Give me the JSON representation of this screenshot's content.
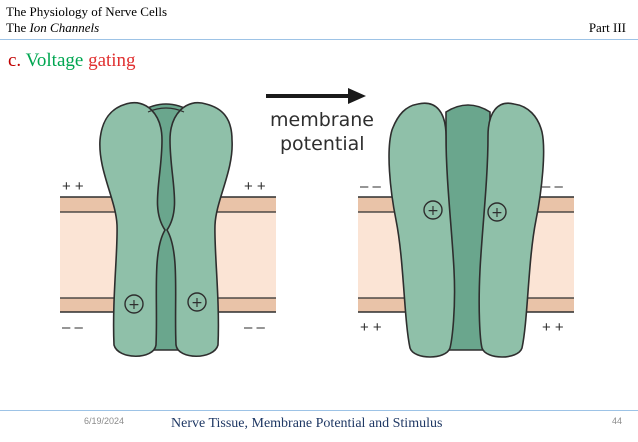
{
  "header": {
    "line1": "The Physiology of Nerve Cells",
    "line2_prefix": "The ",
    "line2_italic": "Ion Channels",
    "part": "Part III"
  },
  "section_title": {
    "letter": "c.",
    "word1": "Voltage",
    "word2": "gating"
  },
  "figure": {
    "arrow_label_line1": "membrane",
    "arrow_label_line2": "potential",
    "left_panel": {
      "top_charge_left": "+ +",
      "top_charge_right": "+ +",
      "bottom_charge_left": "– –",
      "bottom_charge_right": "– –",
      "gate_symbol": "+"
    },
    "right_panel": {
      "top_charge_left": "– –",
      "top_charge_right": "– –",
      "bottom_charge_left": "+ +",
      "bottom_charge_right": "+ +",
      "gate_symbol": "+"
    },
    "colors": {
      "channel": "#8fc0a9",
      "channel_dark": "#6aa68d",
      "outline": "#2e2e2e",
      "membrane_core": "#fbe4d5",
      "membrane_band": "#e9c3a8"
    }
  },
  "footer": {
    "date": "6/19/2024",
    "center": "Nerve Tissue, Membrane Potential and Stimulus",
    "page": "44"
  }
}
